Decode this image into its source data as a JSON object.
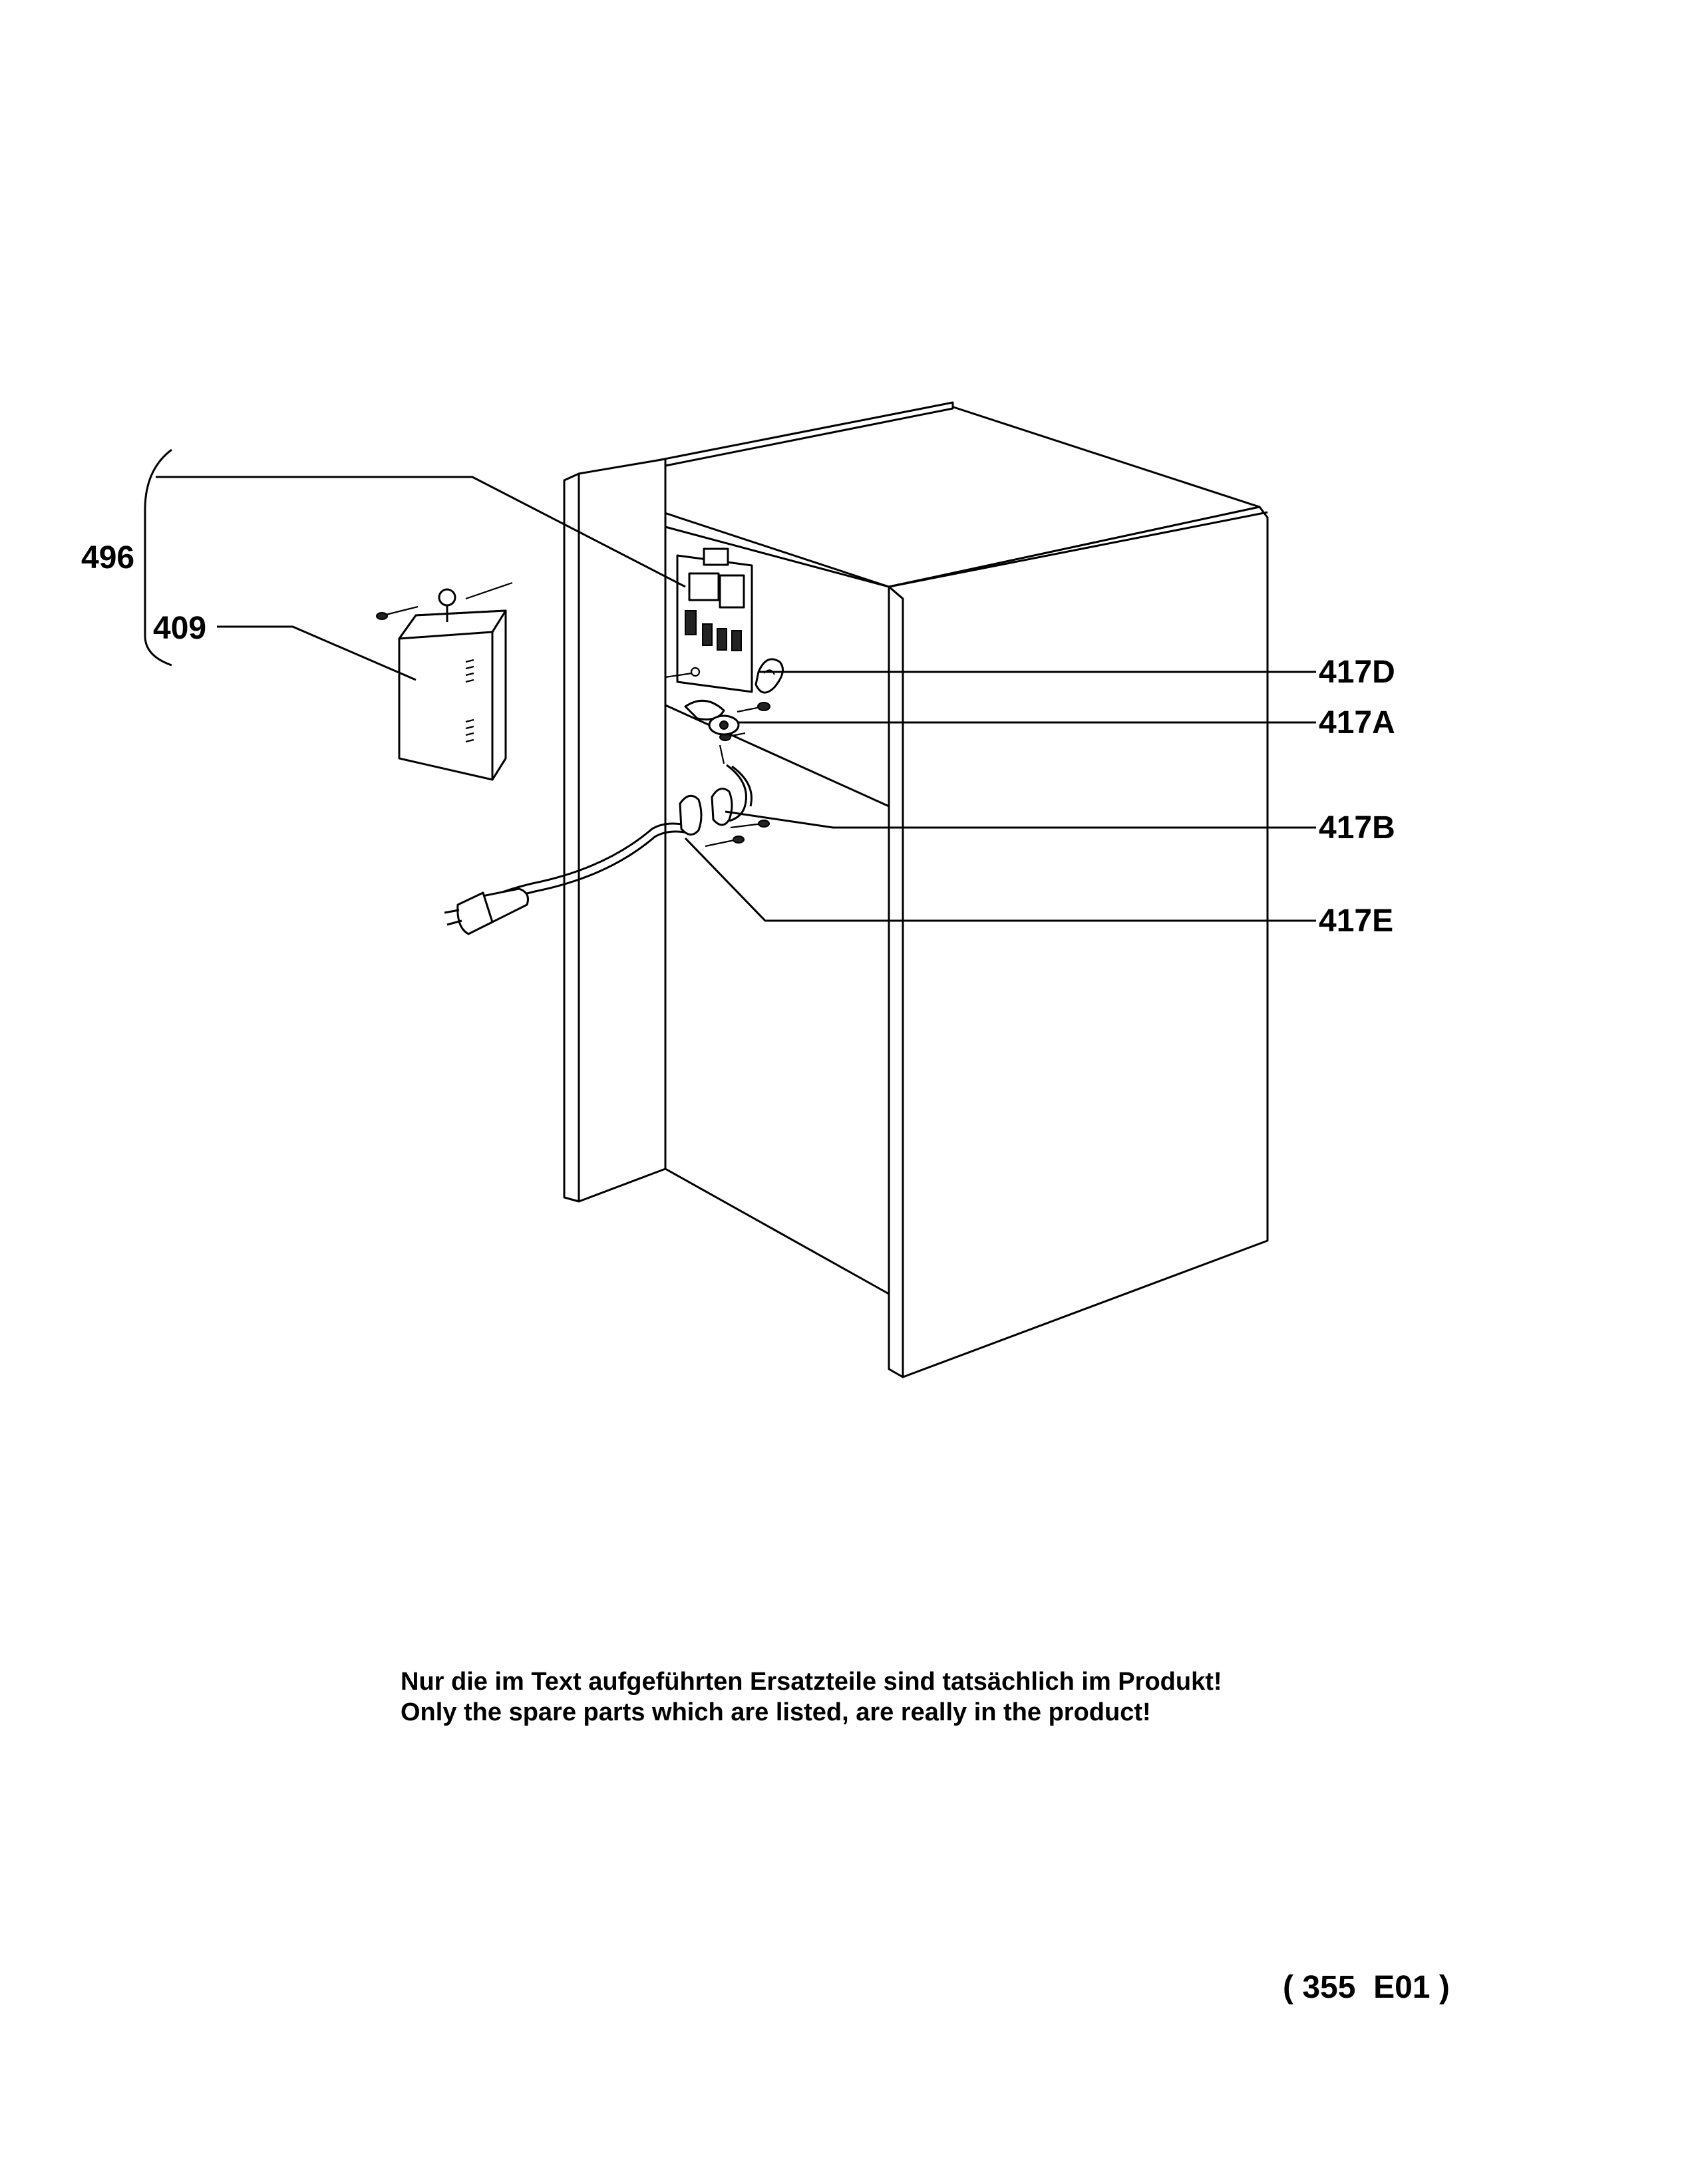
{
  "labels": {
    "l496": "496",
    "l409": "409",
    "l417D": "417D",
    "l417A": "417A",
    "l417B": "417B",
    "l417E": "417E"
  },
  "notes": {
    "german": "Nur die im Text aufgeführten Ersatzteile sind tatsächlich im Produkt!",
    "english": "Only the spare parts which are listed, are really in the product!"
  },
  "diagram_code": "( 355  E01 )"
}
